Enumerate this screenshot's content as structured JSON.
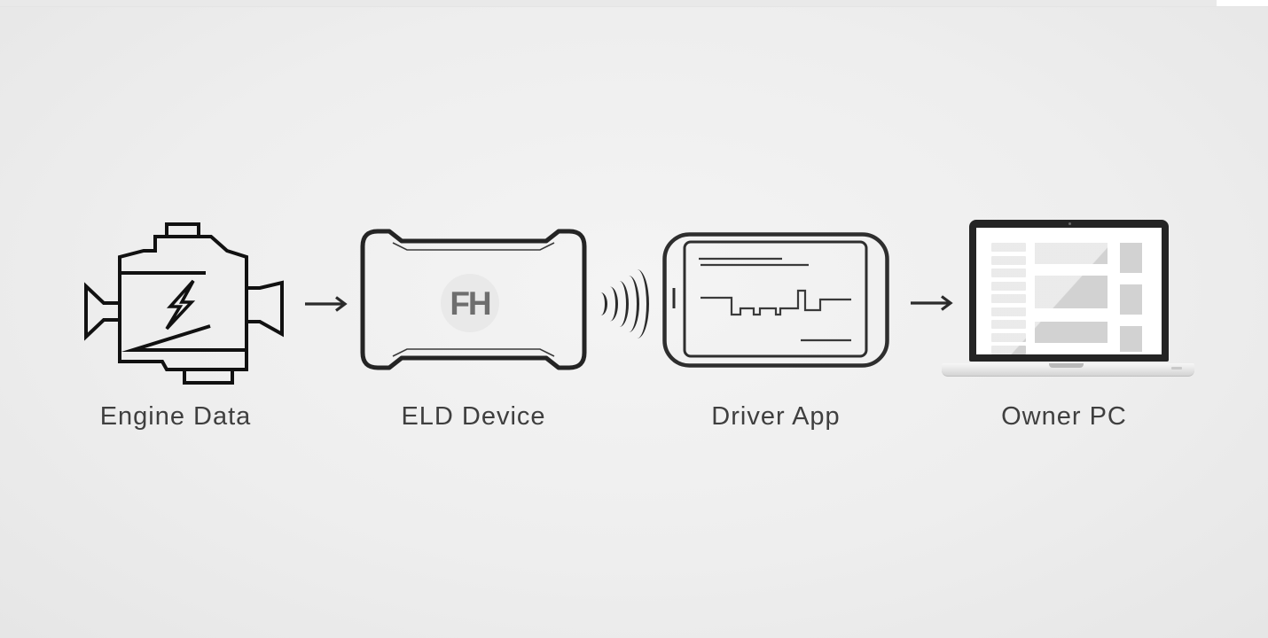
{
  "diagram": {
    "steps": [
      {
        "label": "Engine Data",
        "icon": "engine-icon"
      },
      {
        "label": "ELD Device",
        "icon": "eld-device-icon",
        "logo": "FH"
      },
      {
        "label": "Driver App",
        "icon": "driver-app-phone-icon"
      },
      {
        "label": "Owner PC",
        "icon": "laptop-icon"
      }
    ],
    "connectors": [
      {
        "type": "arrow"
      },
      {
        "type": "wireless-signal"
      },
      {
        "type": "arrow"
      }
    ],
    "colors": {
      "background": "#ededed",
      "line": "#2b2b2b",
      "engine_line": "#111111",
      "label_text": "#3f3f3f",
      "logo_text": "#6e6e6e",
      "logo_circle": "#e9e9e9",
      "laptop_bezel": "#242424",
      "wireframe_block": "#d2d2d2"
    }
  }
}
